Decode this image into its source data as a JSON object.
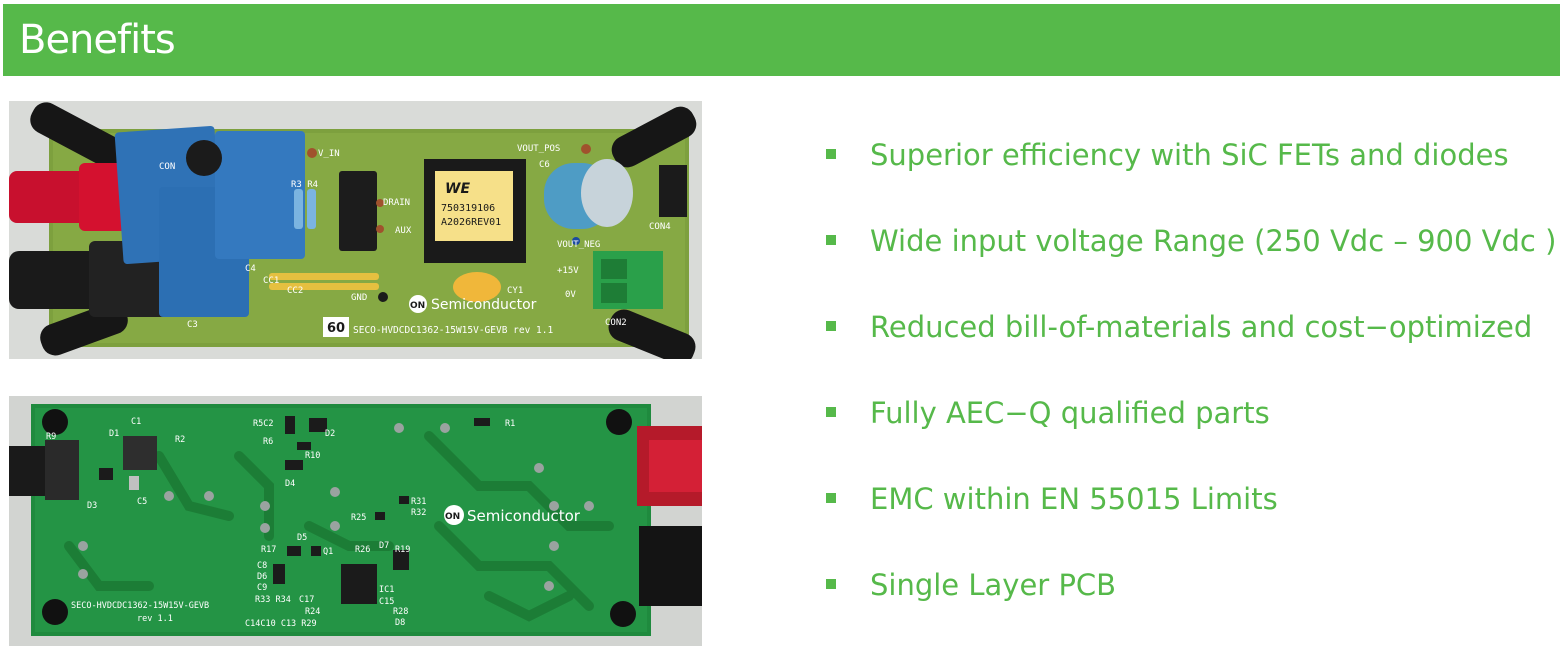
{
  "header": {
    "title": "Benefits",
    "bar_color": "#56b94a"
  },
  "bullets": [
    "Superior efficiency with SiC FETs and diodes",
    "Wide input voltage Range (250 Vdc – 900 Vdc )",
    "Reduced bill-of-materials  and cost−optimized",
    "Fully AEC−Q qualified parts",
    "EMC within EN 55015 Limits",
    "Single Layer PCB"
  ],
  "board_top": {
    "labels": {
      "v_in": "V_IN",
      "vout_pos": "VOUT_POS",
      "c6": "C6",
      "drain": "DRAIN",
      "aux": "AUX",
      "r3r4": "R3 R4",
      "c4": "C4",
      "cc1": "CC1",
      "cc2": "CC2",
      "gnd": "GND",
      "cy1": "CY1",
      "vout_neg": "VOUT_NEG",
      "plus15v": "+15V",
      "ov": "0V",
      "con2": "CON2",
      "con4": "CON4",
      "c3": "C3",
      "con": "CON",
      "board_number": "60",
      "board_name": "SECO-HVDCDC1362-15W15V-GEVB rev 1.1",
      "transformer_logo": "WE",
      "transformer_part": "750319106",
      "transformer_rev": "A2026REV01",
      "logo_mark": "ON",
      "logo_text": "Semiconductor"
    }
  },
  "board_bottom": {
    "labels": {
      "c1": "C1",
      "d1": "D1",
      "r2": "R2",
      "r9": "R9",
      "d3": "D3",
      "c5": "C5",
      "r5c2": "R5C2",
      "r6": "R6",
      "d2": "D2",
      "r10": "R10",
      "d4": "D4",
      "r1": "R1",
      "r31": "R31",
      "r32": "R32",
      "r25": "R25",
      "r17": "R17",
      "d5": "D5",
      "q1": "Q1",
      "r26": "R26",
      "d7": "D7",
      "r19": "R19",
      "c8": "C8",
      "d6": "D6",
      "c9": "C9",
      "r33r34": "R33 R34",
      "c17": "C17",
      "ic1": "IC1",
      "c15": "C15",
      "r24": "R24",
      "r28": "R28",
      "c14c10c13r29": "C14C10 C13 R29",
      "d8": "D8",
      "board_name": "SECO-HVDCDC1362-15W15V-GEVB",
      "rev": "rev 1.1",
      "logo_mark": "ON",
      "logo_text": "Semiconductor"
    }
  }
}
